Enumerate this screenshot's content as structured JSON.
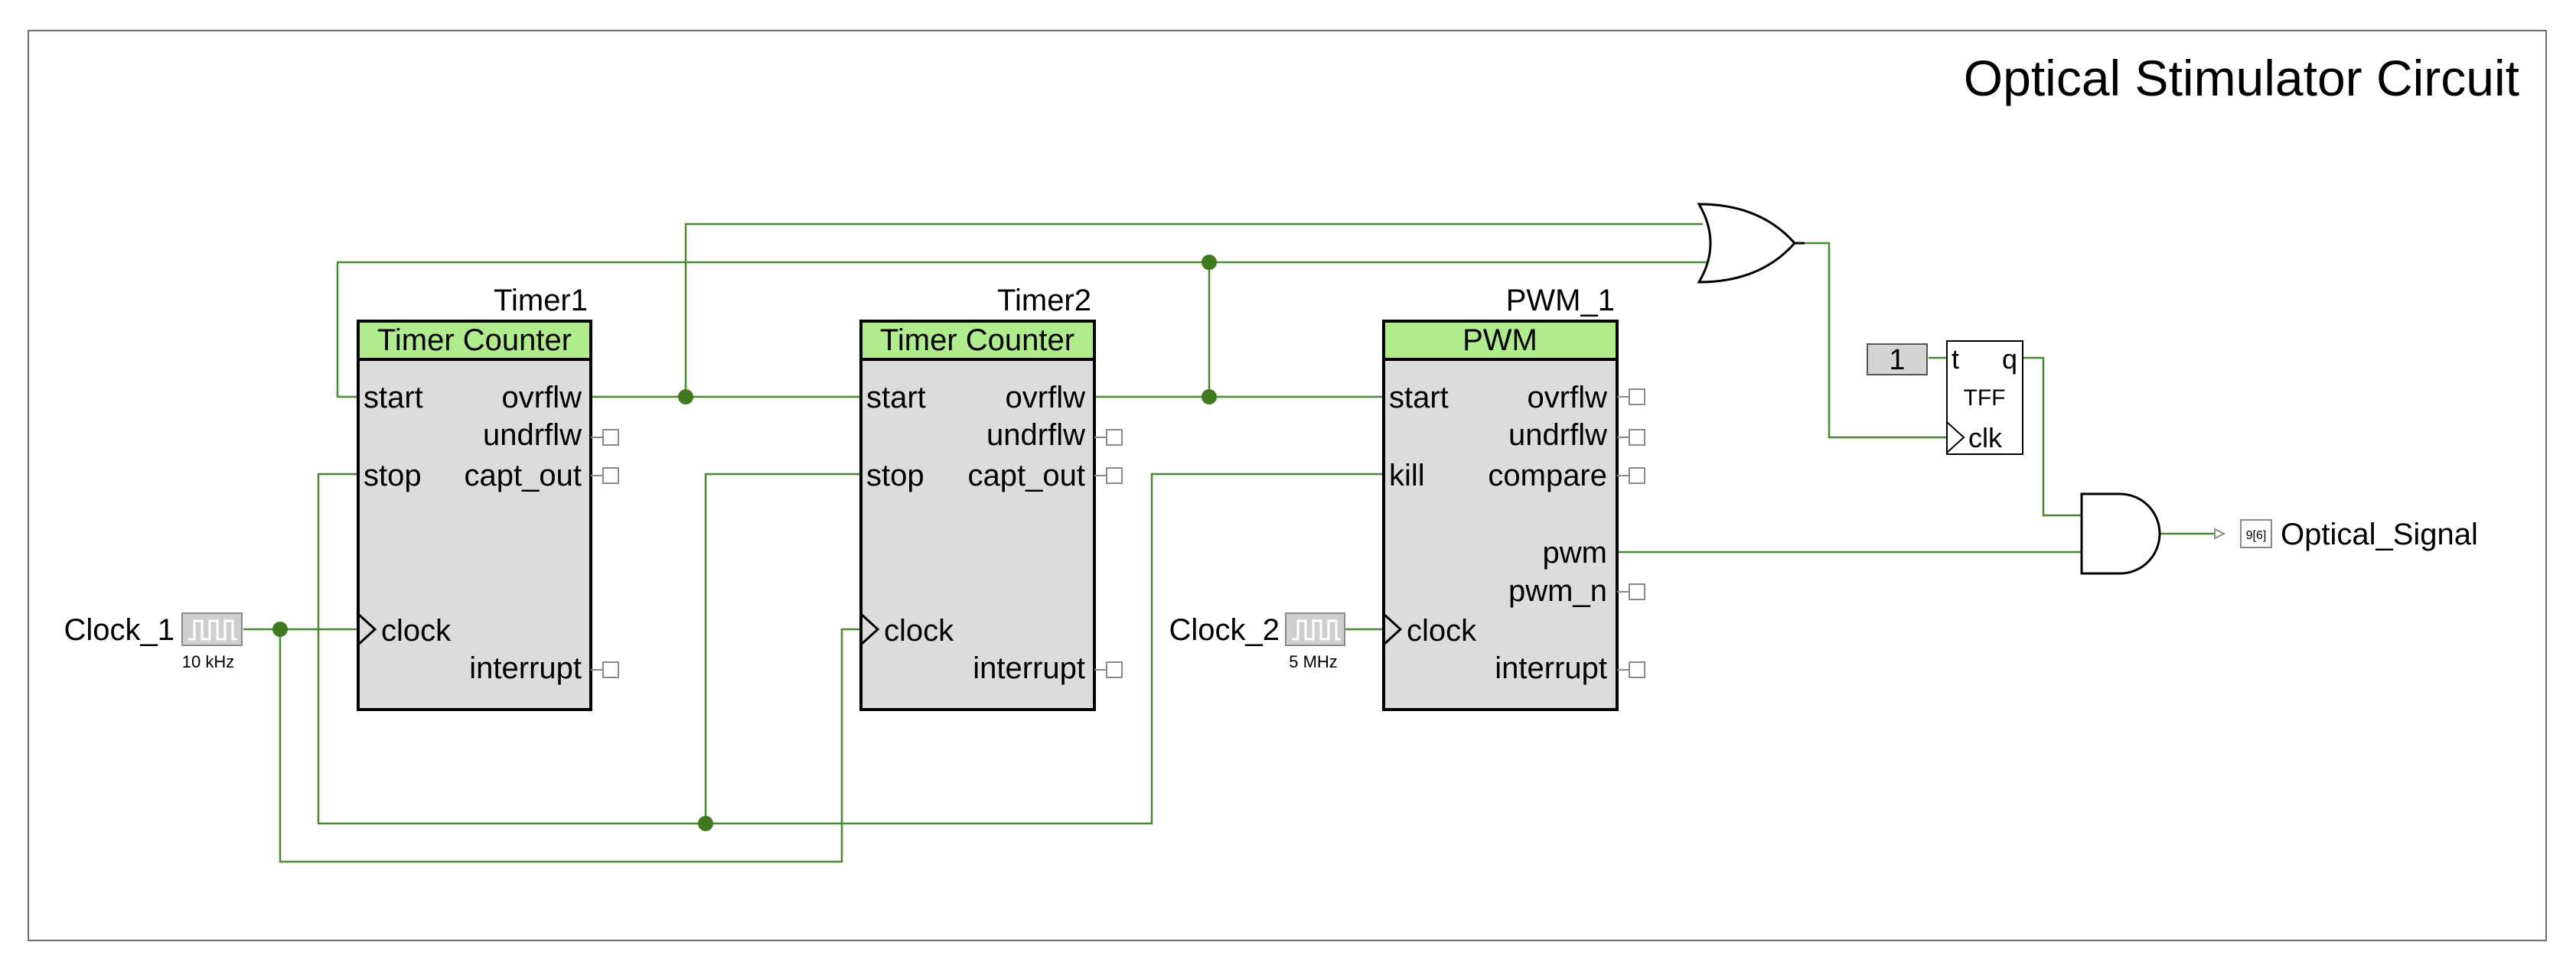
{
  "title": "Optical Stimulator Circuit",
  "blocks": {
    "timer1": {
      "instance": "Timer1",
      "type": "Timer Counter",
      "left_pins": [
        "start",
        "stop",
        "clock"
      ],
      "right_pins": [
        "ovrflw",
        "undrflw",
        "capt_out",
        "interrupt"
      ]
    },
    "timer2": {
      "instance": "Timer2",
      "type": "Timer Counter",
      "left_pins": [
        "start",
        "stop",
        "clock"
      ],
      "right_pins": [
        "ovrflw",
        "undrflw",
        "capt_out",
        "interrupt"
      ]
    },
    "pwm1": {
      "instance": "PWM_1",
      "type": "PWM",
      "left_pins": [
        "start",
        "kill",
        "clock"
      ],
      "right_pins": [
        "ovrflw",
        "undrflw",
        "compare",
        "pwm",
        "pwm_n",
        "interrupt"
      ]
    }
  },
  "clocks": {
    "clock1": {
      "name": "Clock_1",
      "freq": "10 kHz"
    },
    "clock2": {
      "name": "Clock_2",
      "freq": "5 MHz"
    }
  },
  "tff": {
    "label": "TFF",
    "pins": [
      "t",
      "q",
      "clk"
    ],
    "const": "1"
  },
  "output": {
    "pin": "9[6]",
    "name": "Optical_Signal"
  },
  "colors": {
    "wire": "#4a8a2e",
    "header": "#b0ec8e",
    "body": "#dcdcdc"
  }
}
